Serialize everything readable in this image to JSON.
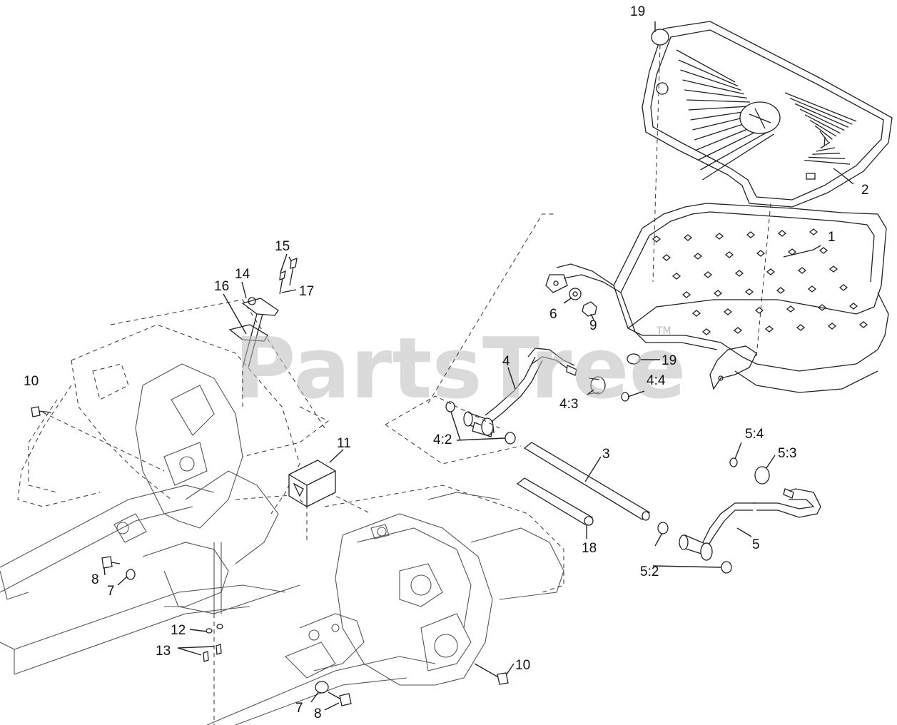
{
  "watermark": {
    "text": "PartsTree",
    "trademark": "TM"
  },
  "callouts": [
    {
      "id": "c19a",
      "label": "19"
    },
    {
      "id": "c2",
      "label": "2"
    },
    {
      "id": "c1",
      "label": "1"
    },
    {
      "id": "c15",
      "label": "15"
    },
    {
      "id": "c14",
      "label": "14"
    },
    {
      "id": "c17",
      "label": "17"
    },
    {
      "id": "c16",
      "label": "16"
    },
    {
      "id": "c6",
      "label": "6"
    },
    {
      "id": "c9",
      "label": "9"
    },
    {
      "id": "c19b",
      "label": "19"
    },
    {
      "id": "c10a",
      "label": "10"
    },
    {
      "id": "c4",
      "label": "4"
    },
    {
      "id": "c44",
      "label": "4:4"
    },
    {
      "id": "c43",
      "label": "4:3"
    },
    {
      "id": "c42",
      "label": "4:2"
    },
    {
      "id": "c11",
      "label": "11"
    },
    {
      "id": "c3",
      "label": "3"
    },
    {
      "id": "c54",
      "label": "5:4"
    },
    {
      "id": "c53",
      "label": "5:3"
    },
    {
      "id": "c18",
      "label": "18"
    },
    {
      "id": "c5",
      "label": "5"
    },
    {
      "id": "c52",
      "label": "5:2"
    },
    {
      "id": "c8a",
      "label": "8"
    },
    {
      "id": "c7a",
      "label": "7"
    },
    {
      "id": "c12",
      "label": "12"
    },
    {
      "id": "c13",
      "label": "13"
    },
    {
      "id": "c10b",
      "label": "10"
    },
    {
      "id": "c7b",
      "label": "7"
    },
    {
      "id": "c8b",
      "label": "8"
    }
  ]
}
